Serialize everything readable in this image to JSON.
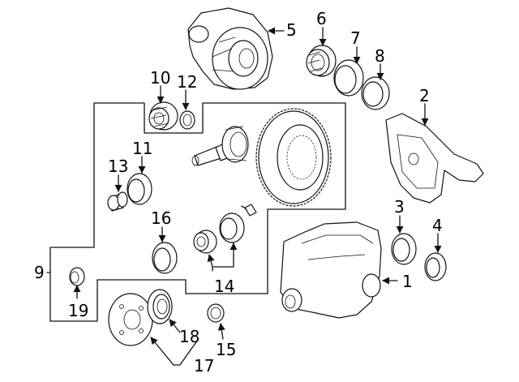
{
  "diagram": {
    "labels": {
      "l1": "1",
      "l2": "2",
      "l3": "3",
      "l4": "4",
      "l5": "5",
      "l6": "6",
      "l7": "7",
      "l8": "8",
      "l9": "9",
      "l10": "10",
      "l11": "11",
      "l12": "12",
      "l13": "13",
      "l14": "14",
      "l15": "15",
      "l16": "16",
      "l17": "17",
      "l18": "18",
      "l19": "19"
    }
  }
}
